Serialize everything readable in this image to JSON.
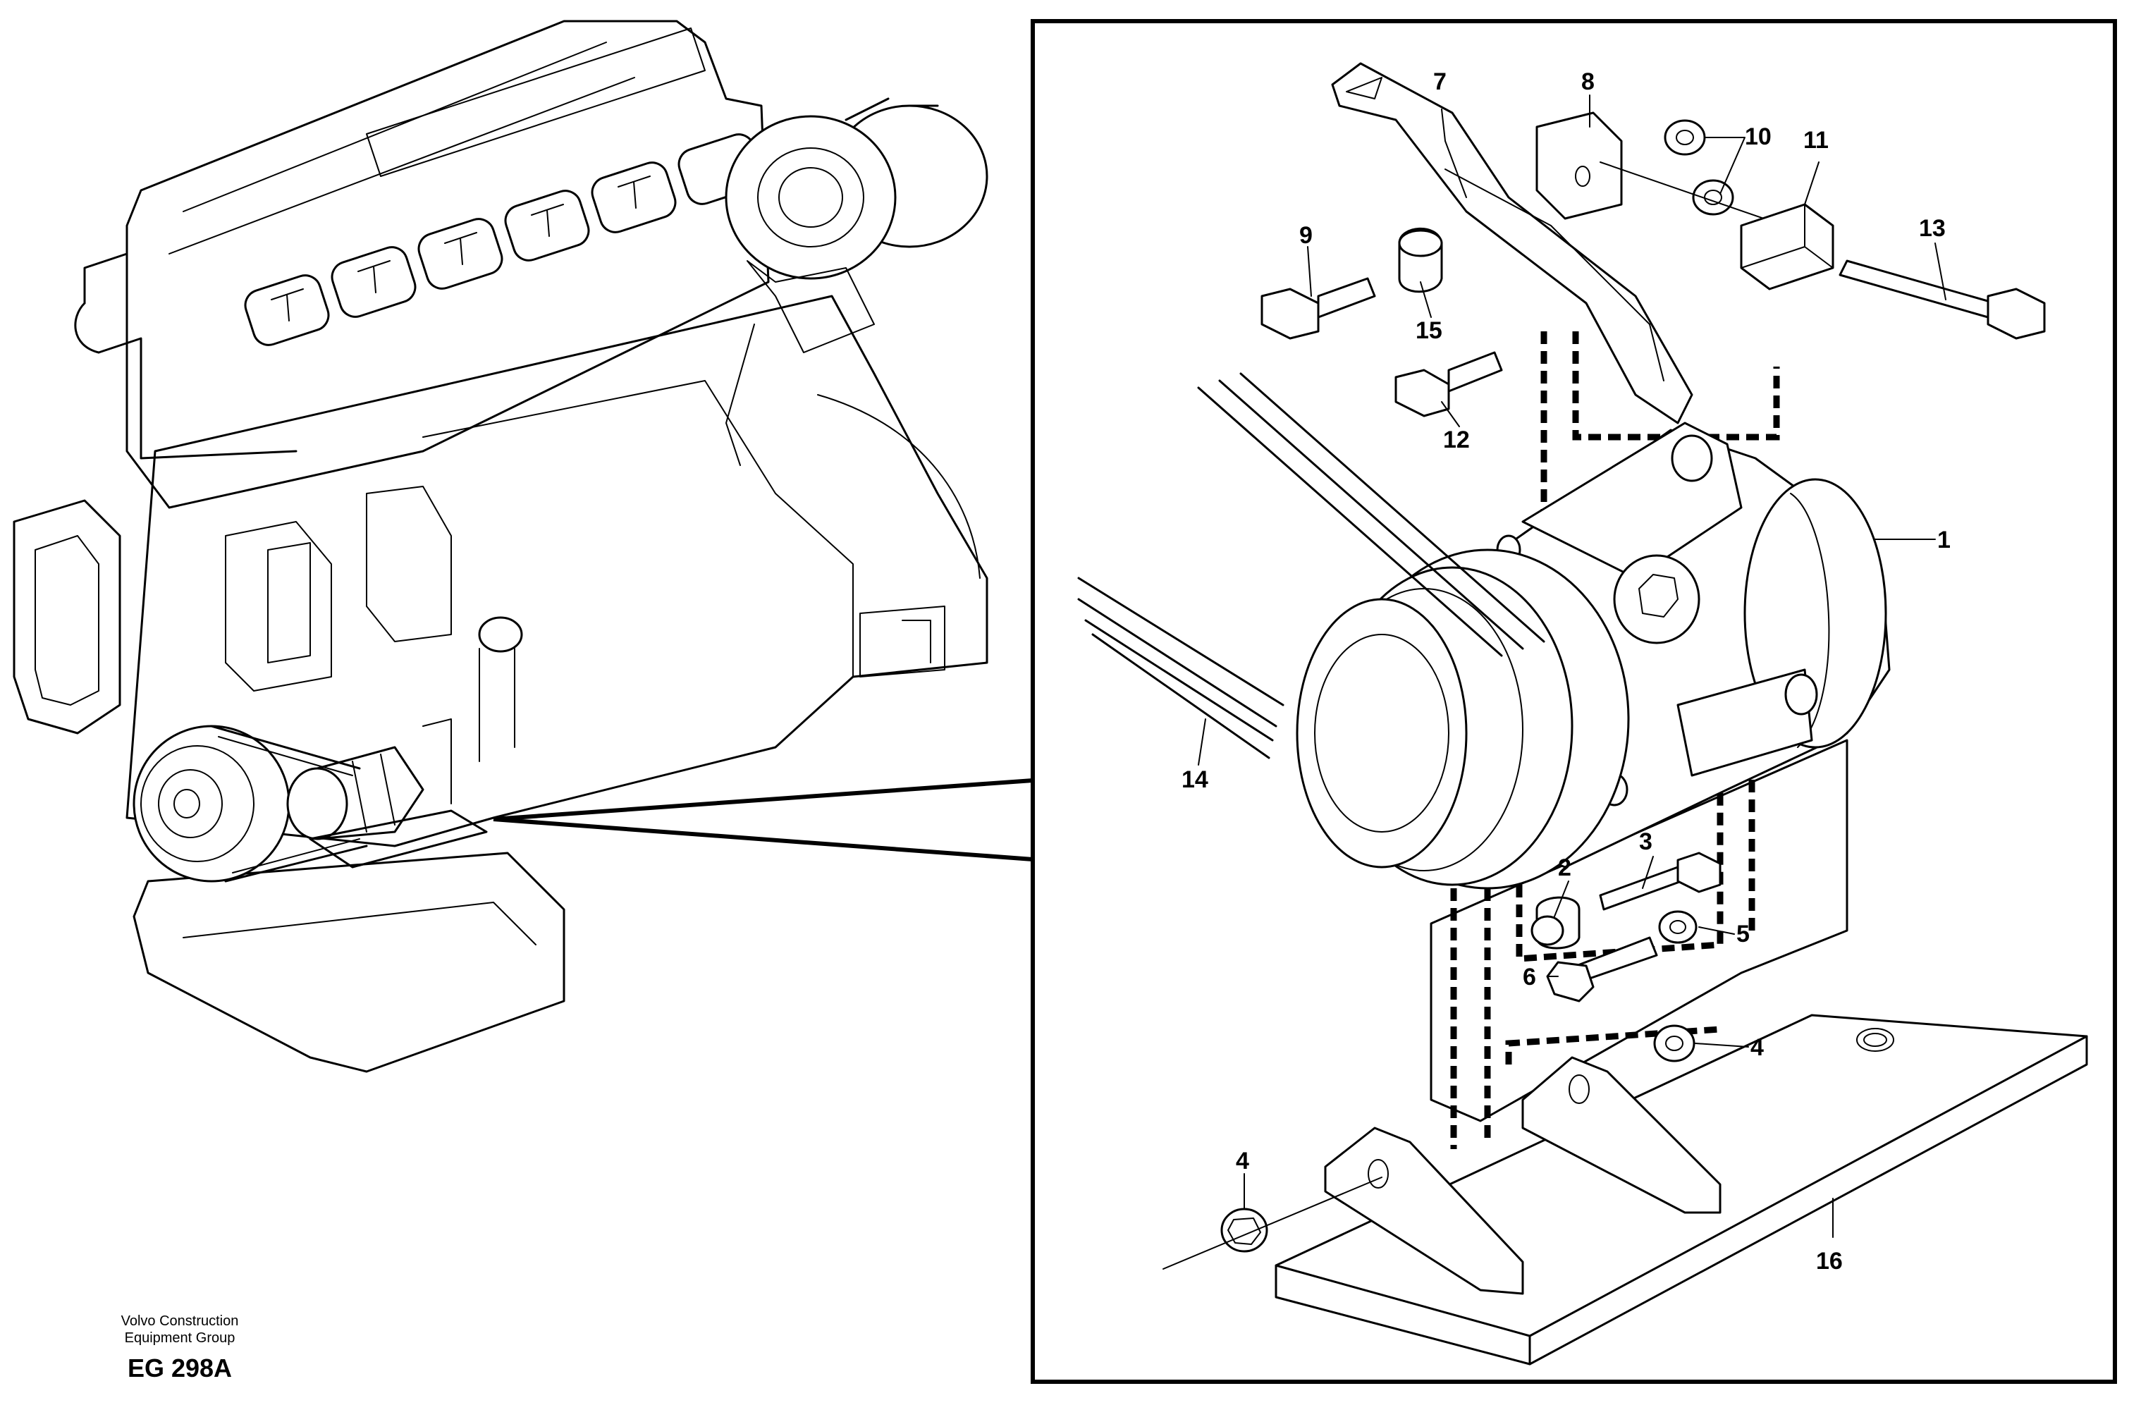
{
  "figure": {
    "callouts": [
      "1",
      "2",
      "3",
      "4",
      "4",
      "5",
      "6",
      "7",
      "8",
      "9",
      "10",
      "11",
      "12",
      "13",
      "14",
      "15",
      "16"
    ]
  },
  "credit": {
    "line1": "Volvo Construction",
    "line2": "Equipment Group",
    "code": "EG 298A"
  }
}
